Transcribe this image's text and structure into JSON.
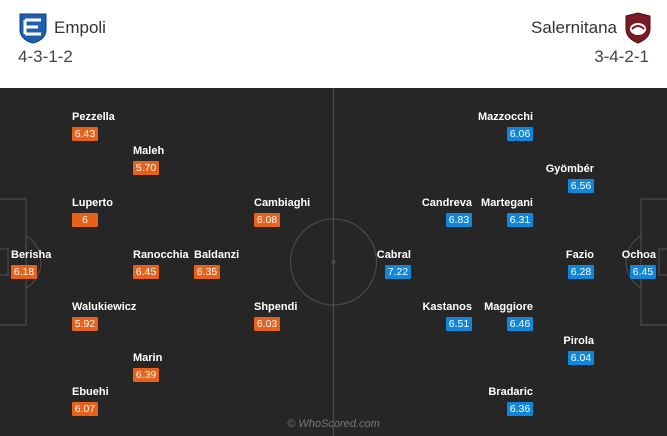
{
  "home": {
    "name": "Empoli",
    "formation": "4-3-1-2",
    "color": "#e8611a",
    "logo": "empoli-crest-icon",
    "players": [
      {
        "name": "Berisha",
        "rating": "6.18"
      },
      {
        "name": "Pezzella",
        "rating": "6.43"
      },
      {
        "name": "Luperto",
        "rating": "6"
      },
      {
        "name": "Walukiewicz",
        "rating": "5.92"
      },
      {
        "name": "Ebuehi",
        "rating": "6.07"
      },
      {
        "name": "Maleh",
        "rating": "5.70"
      },
      {
        "name": "Ranocchia",
        "rating": "6.45"
      },
      {
        "name": "Marin",
        "rating": "6.39"
      },
      {
        "name": "Baldanzi",
        "rating": "6.35"
      },
      {
        "name": "Cambiaghi",
        "rating": "6.08"
      },
      {
        "name": "Shpendi",
        "rating": "6.03"
      }
    ]
  },
  "away": {
    "name": "Salernitana",
    "formation": "3-4-2-1",
    "color": "#1187db",
    "logo": "salernitana-crest-icon",
    "players": [
      {
        "name": "Ochoa",
        "rating": "6.45"
      },
      {
        "name": "Gyömbér",
        "rating": "6.56"
      },
      {
        "name": "Fazio",
        "rating": "6.28"
      },
      {
        "name": "Pirola",
        "rating": "6.04"
      },
      {
        "name": "Mazzocchi",
        "rating": "6.06"
      },
      {
        "name": "Martegani",
        "rating": "6.31"
      },
      {
        "name": "Maggiore",
        "rating": "6.46"
      },
      {
        "name": "Bradaric",
        "rating": "6.36"
      },
      {
        "name": "Candreva",
        "rating": "6.83"
      },
      {
        "name": "Kastanos",
        "rating": "6.51"
      },
      {
        "name": "Cabral",
        "rating": "7.22"
      }
    ]
  },
  "watermark": "© WhoScored.com"
}
